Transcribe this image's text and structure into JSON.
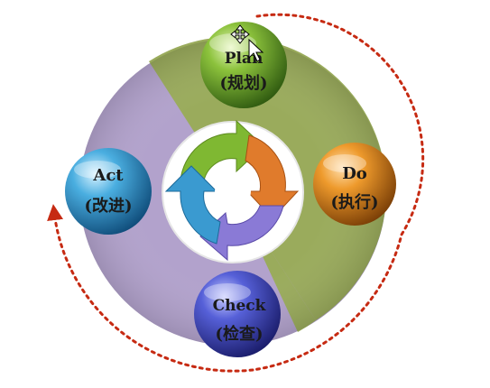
{
  "diagram": {
    "nodes": {
      "plan": {
        "label_en": "Plan",
        "label_zh": "(规划)",
        "color": "#6f9a2a"
      },
      "do": {
        "label_en": "Do",
        "label_zh": "(执行)",
        "color": "#d07a1a"
      },
      "check": {
        "label_en": "Check",
        "label_zh": "(检查)",
        "color": "#3c44b0"
      },
      "act": {
        "label_en": "Act",
        "label_zh": "(改进)",
        "color": "#2a8fcf"
      }
    },
    "colors": {
      "ring_purple": "#b0a0c8",
      "ring_green": "#98a860",
      "dotted_arrow": "#c62a12",
      "arrow_green": "#7fb832",
      "arrow_orange": "#e07b2c",
      "arrow_purple": "#8a7ad6",
      "arrow_blue": "#3a9ad0"
    },
    "cursor": "move-cursor-icon"
  }
}
